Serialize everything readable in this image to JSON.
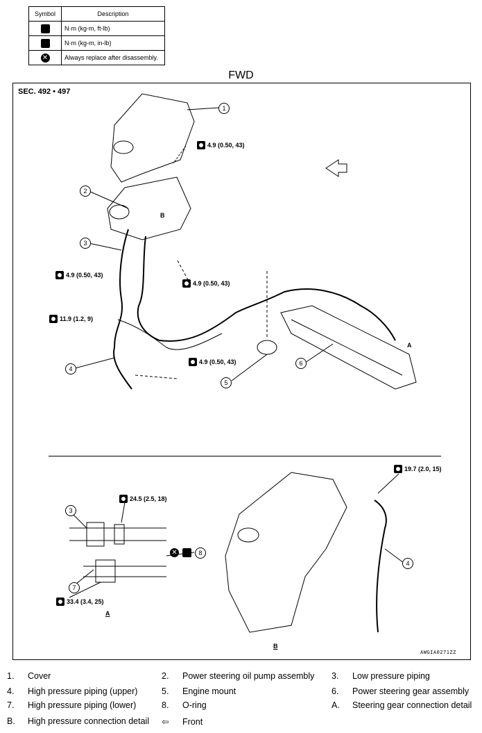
{
  "legend": {
    "header_symbol": "Symbol",
    "header_description": "Description",
    "rows": [
      {
        "icon": "torque-wrench-icon",
        "description": "N·m (kg-m, ft-lb)"
      },
      {
        "icon": "torque-wrench-small-icon",
        "description": "N·m (kg-m, in-lb)"
      },
      {
        "icon": "always-replace-icon",
        "description": "Always replace after disassembly."
      }
    ]
  },
  "diagram": {
    "variant": "FWD",
    "section": "SEC. 492 • 497",
    "torques": [
      "4.9 (0.50, 43)",
      "4.9 (0.50, 43)",
      "4.9 (0.50, 43)",
      "11.9 (1.2, 9)",
      "4.9 (0.50, 43)",
      "24.5 (2.5, 18)",
      "33.4 (3.4, 25)",
      "19.7 (2.0, 15)"
    ],
    "callouts": {
      "c1": "1",
      "c2": "2",
      "c3": "3",
      "c4": "4",
      "c5": "5",
      "c6": "6",
      "c3b": "3",
      "c7": "7",
      "c8": "8",
      "c4b": "4"
    },
    "labels": {
      "arrow_a": "A",
      "arrow_b": "B",
      "detail_a": "A",
      "detail_b": "B"
    },
    "image_code": "AWGIA0271ZZ"
  },
  "notes": [
    {
      "num": "1.",
      "text": "Cover"
    },
    {
      "num": "2.",
      "text": "Power steering oil pump assembly"
    },
    {
      "num": "3.",
      "text": "Low pressure piping"
    },
    {
      "num": "4.",
      "text": "High pressure piping (upper)"
    },
    {
      "num": "5.",
      "text": "Engine mount"
    },
    {
      "num": "6.",
      "text": "Power steering gear assembly"
    },
    {
      "num": "7.",
      "text": "High pressure piping (lower)"
    },
    {
      "num": "8.",
      "text": "O-ring"
    },
    {
      "num": "A.",
      "text": "Steering gear connection detail"
    },
    {
      "num": "B.",
      "text": "High pressure connection detail"
    },
    {
      "num": "",
      "text": "Front"
    }
  ]
}
